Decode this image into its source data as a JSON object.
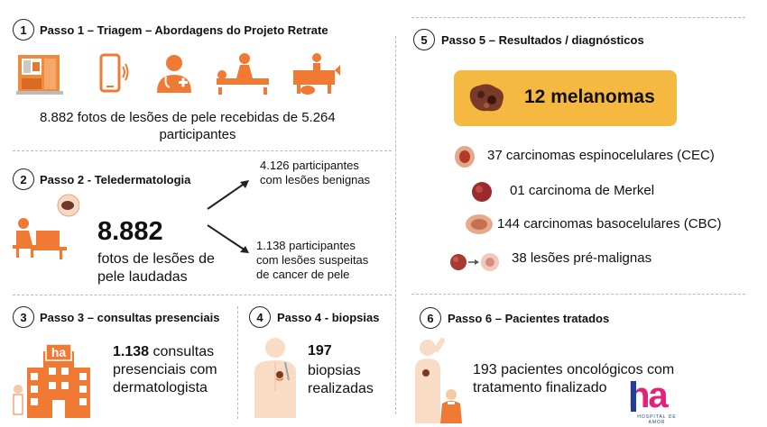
{
  "colors": {
    "accent_orange": "#f07a34",
    "highlight_yellow": "#f5b841",
    "brand_pink": "#e3207a",
    "brand_blue": "#1f3e9a"
  },
  "step1": {
    "number": "1",
    "title": "Passo 1 – Triagem – Abordagens do Projeto Retrate",
    "description_line1": "8.882 fotos de lesões de pele recebidas de 5.264",
    "description_line2": "participantes",
    "icons": [
      "kiosk-icon",
      "smartphone-icon",
      "doctor-icon",
      "physiotherapy-icon",
      "farm-animals-icon"
    ]
  },
  "step2": {
    "number": "2",
    "title": "Passo 2 - Teledermatologia",
    "big_number": "8.882",
    "caption_line1": "fotos de lesões de",
    "caption_line2": "pele laudadas",
    "benign_line1": "4.126 participantes",
    "benign_line2": "com lesões benignas",
    "suspect_line1": "1.138 participantes",
    "suspect_line2": "com lesões suspeitas",
    "suspect_line3": "de cancer de pele"
  },
  "step3": {
    "number": "3",
    "title": "Passo 3 – consultas presenciais",
    "count": "1.138",
    "text_line1": "consultas",
    "text_line2": "presenciais com",
    "text_line3": "dermatologista",
    "hospital_sign": "ha"
  },
  "step4": {
    "number": "4",
    "title": "Passo 4 - biopsias",
    "count": "197",
    "text_line1": "biopsias",
    "text_line2": "realizadas"
  },
  "step5": {
    "number": "5",
    "title": "Passo 5 – Resultados / diagnósticos",
    "melanoma": "12 melanomas",
    "results": [
      "37 carcinomas espinocelulares (CEC)",
      "01 carcinoma de Merkel",
      "144 carcinomas basocelulares (CBC)",
      "38 lesões pré-malignas"
    ]
  },
  "step6": {
    "number": "6",
    "title": "Passo 6 – Pacientes tratados",
    "text_line1": "193 pacientes oncológicos com",
    "text_line2": "tratamento finalizado",
    "logo_text": "ha",
    "logo_caption": "HOSPITAL DE AMOR"
  }
}
